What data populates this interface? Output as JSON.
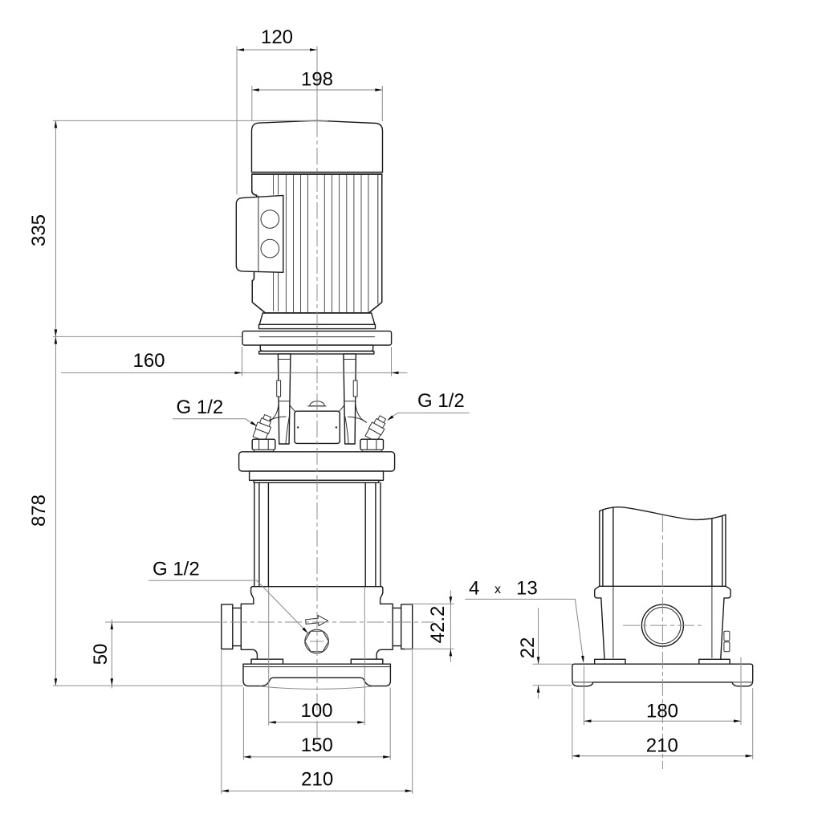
{
  "drawing": {
    "kind": "pump outline dimensional drawing",
    "background": "#ffffff",
    "line_color": "#1a1a1a",
    "dim_line_color": "#878787",
    "front_view": {
      "dimensions": {
        "box_face_to_center": "120",
        "motor_width": "198",
        "motor_length": "335",
        "motor_flange_width": "160",
        "total_height": "878",
        "port_centerline_height": "50",
        "port_outer_diameter": "42.2",
        "chamber_width": "100",
        "base_plate_width": "150",
        "overall_port_to_port": "210"
      },
      "labels": {
        "vent_plug_left": "G 1/2",
        "vent_plug_right": "G 1/2",
        "drain_plug": "G 1/2"
      }
    },
    "side_view": {
      "dimensions": {
        "mounting_holes_count": "4",
        "mounting_holes_separator": "x",
        "mounting_holes_diameter": "13",
        "base_plate_thickness": "22",
        "mounting_hole_span": "180",
        "base_plate_depth": "210"
      }
    }
  }
}
